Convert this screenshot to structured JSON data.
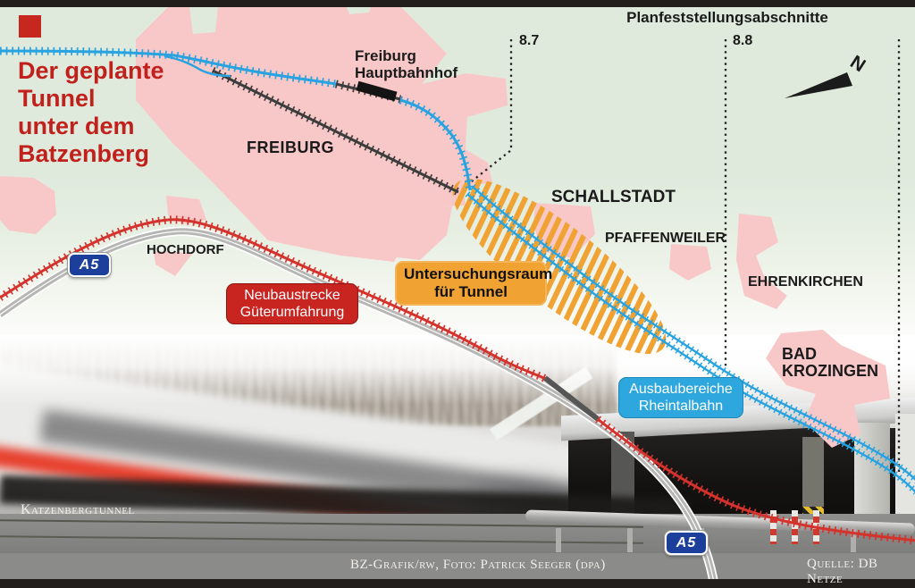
{
  "title": {
    "text": "Der geplante\nTunnel\nunter dem\nBatzenberg"
  },
  "header": {
    "sections_label": "Planfeststellungsabschnitte",
    "section_1": "8.7",
    "section_2": "8.8",
    "compass_n": "N"
  },
  "places": {
    "freiburg": "FREIBURG",
    "hauptbahnhof": "Freiburg\nHauptbahnhof",
    "hochdorf": "HOCHDORF",
    "schallstadt": "SCHALLSTADT",
    "pfaffenweiler": "PFAFFENWEILER",
    "ehrenkirchen": "EHRENKIRCHEN",
    "bad_krozingen": "BAD\nKROZINGEN",
    "katzenbergtunnel": "Katzenbergtunnel"
  },
  "callouts": {
    "neubaustrecke": "Neubaustrecke\nGüterumfahrung",
    "untersuchungsraum": "Untersuchungsraum\nfür Tunnel",
    "ausbaubereiche": "Ausbaubereiche\nRheintalbahn"
  },
  "road_labels": {
    "a5_north": "A5",
    "a5_south": "A5"
  },
  "credits": {
    "graphic": "BZ-Grafik/rw, Foto: Patrick Seeger (dpa)",
    "source": "Quelle: DB Netze"
  },
  "colors": {
    "background_mint": "#dfeadd",
    "urban_area_pink": "#f8c8c8",
    "rheintalbahn_blue": "#29a3e0",
    "neubaustrecke_red": "#d4322c",
    "existing_rail_black": "#3c3c3c",
    "tunnel_area_orange": "#f0a232",
    "callout_red": "#c82420",
    "callout_blue": "#2ea7de",
    "title_red": "#c1211c",
    "motorway_blue": "#1d3f9c"
  }
}
